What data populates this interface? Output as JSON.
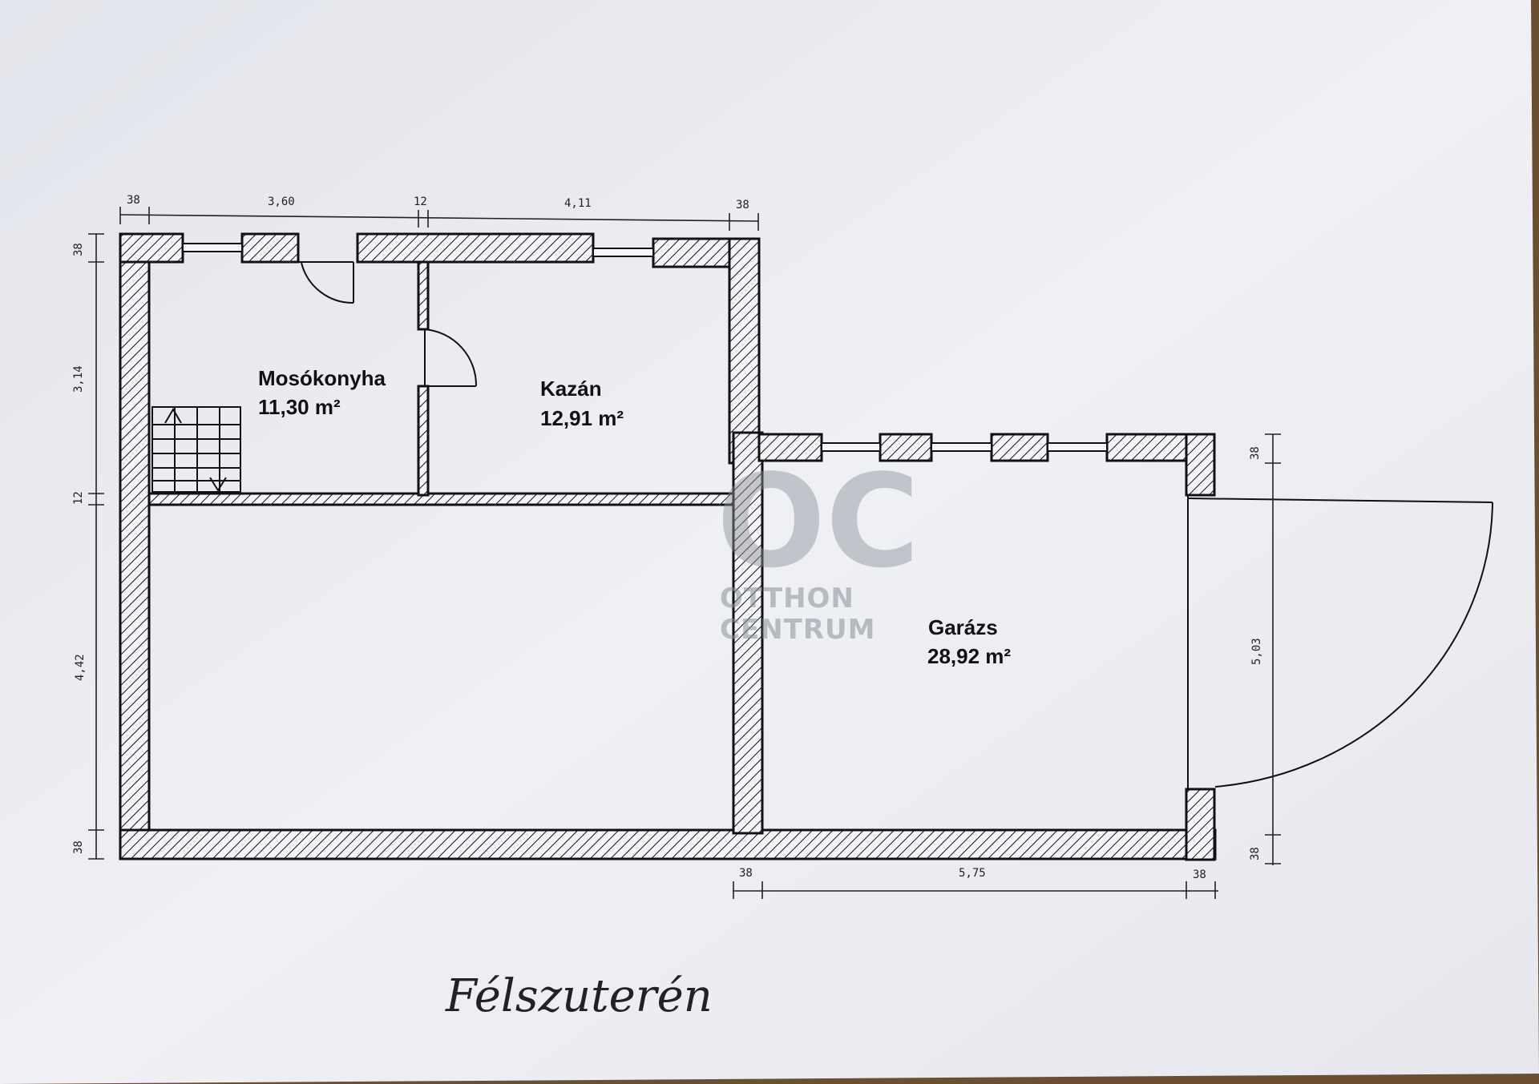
{
  "rooms": {
    "moso": {
      "name": "Mosókonyha",
      "area": "11,30 m²"
    },
    "kazan": {
      "name": "Kazán",
      "area": "12,91 m²"
    },
    "garazs": {
      "name": "Garázs",
      "area": "28,92 m²"
    }
  },
  "dimensions": {
    "top": [
      "38",
      "3,60",
      "12",
      "4,11",
      "38"
    ],
    "left": [
      "38",
      "3,14",
      "12",
      "4,42",
      "38"
    ],
    "bottom": [
      "38",
      "5,75",
      "38"
    ],
    "right": [
      "38",
      "5,03",
      "38"
    ]
  },
  "watermark": {
    "logo": "OC",
    "line1": "OTTHON",
    "line2": "CENTRUM"
  },
  "handwriting": "Félszuterén",
  "colors": {
    "ink": "#111111",
    "paper": "#eceef3",
    "watermark": "#8c8f99"
  }
}
